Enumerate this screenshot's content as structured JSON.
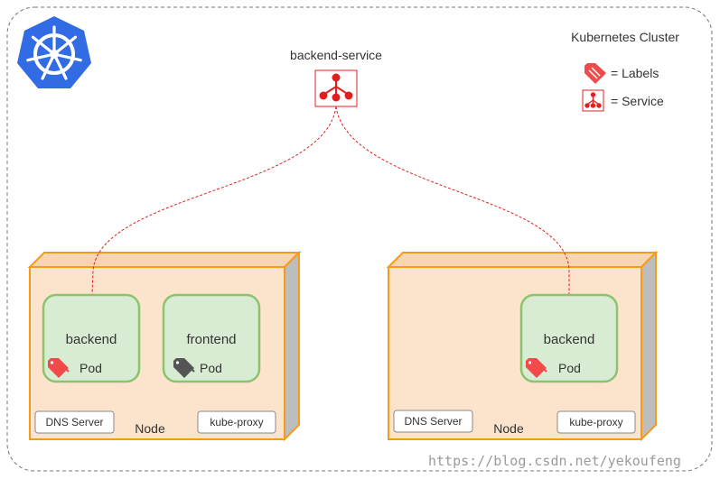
{
  "cluster": {
    "title": "Kubernetes Cluster"
  },
  "service": {
    "name": "backend-service"
  },
  "legend": {
    "labels_text": "= Labels",
    "service_text": "= Service"
  },
  "node_left": {
    "label": "Node",
    "dns": "DNS Server",
    "proxy": "kube-proxy",
    "pods": [
      {
        "name": "backend",
        "kind": "Pod",
        "tag_color": "#f04a4a"
      },
      {
        "name": "frontend",
        "kind": "Pod",
        "tag_color": "#555555"
      }
    ]
  },
  "node_right": {
    "label": "Node",
    "dns": "DNS Server",
    "proxy": "kube-proxy",
    "pods": [
      {
        "name": "backend",
        "kind": "Pod",
        "tag_color": "#f04a4a"
      }
    ]
  },
  "watermark": "https://blog.csdn.net/yekoufeng",
  "colors": {
    "accent_red": "#e02020",
    "node_fill": "#fbe3cc",
    "node_border": "#f49b1a",
    "pod_fill": "#d8ecd3",
    "pod_border": "#8dc26f",
    "k8s_blue": "#326ce5"
  }
}
